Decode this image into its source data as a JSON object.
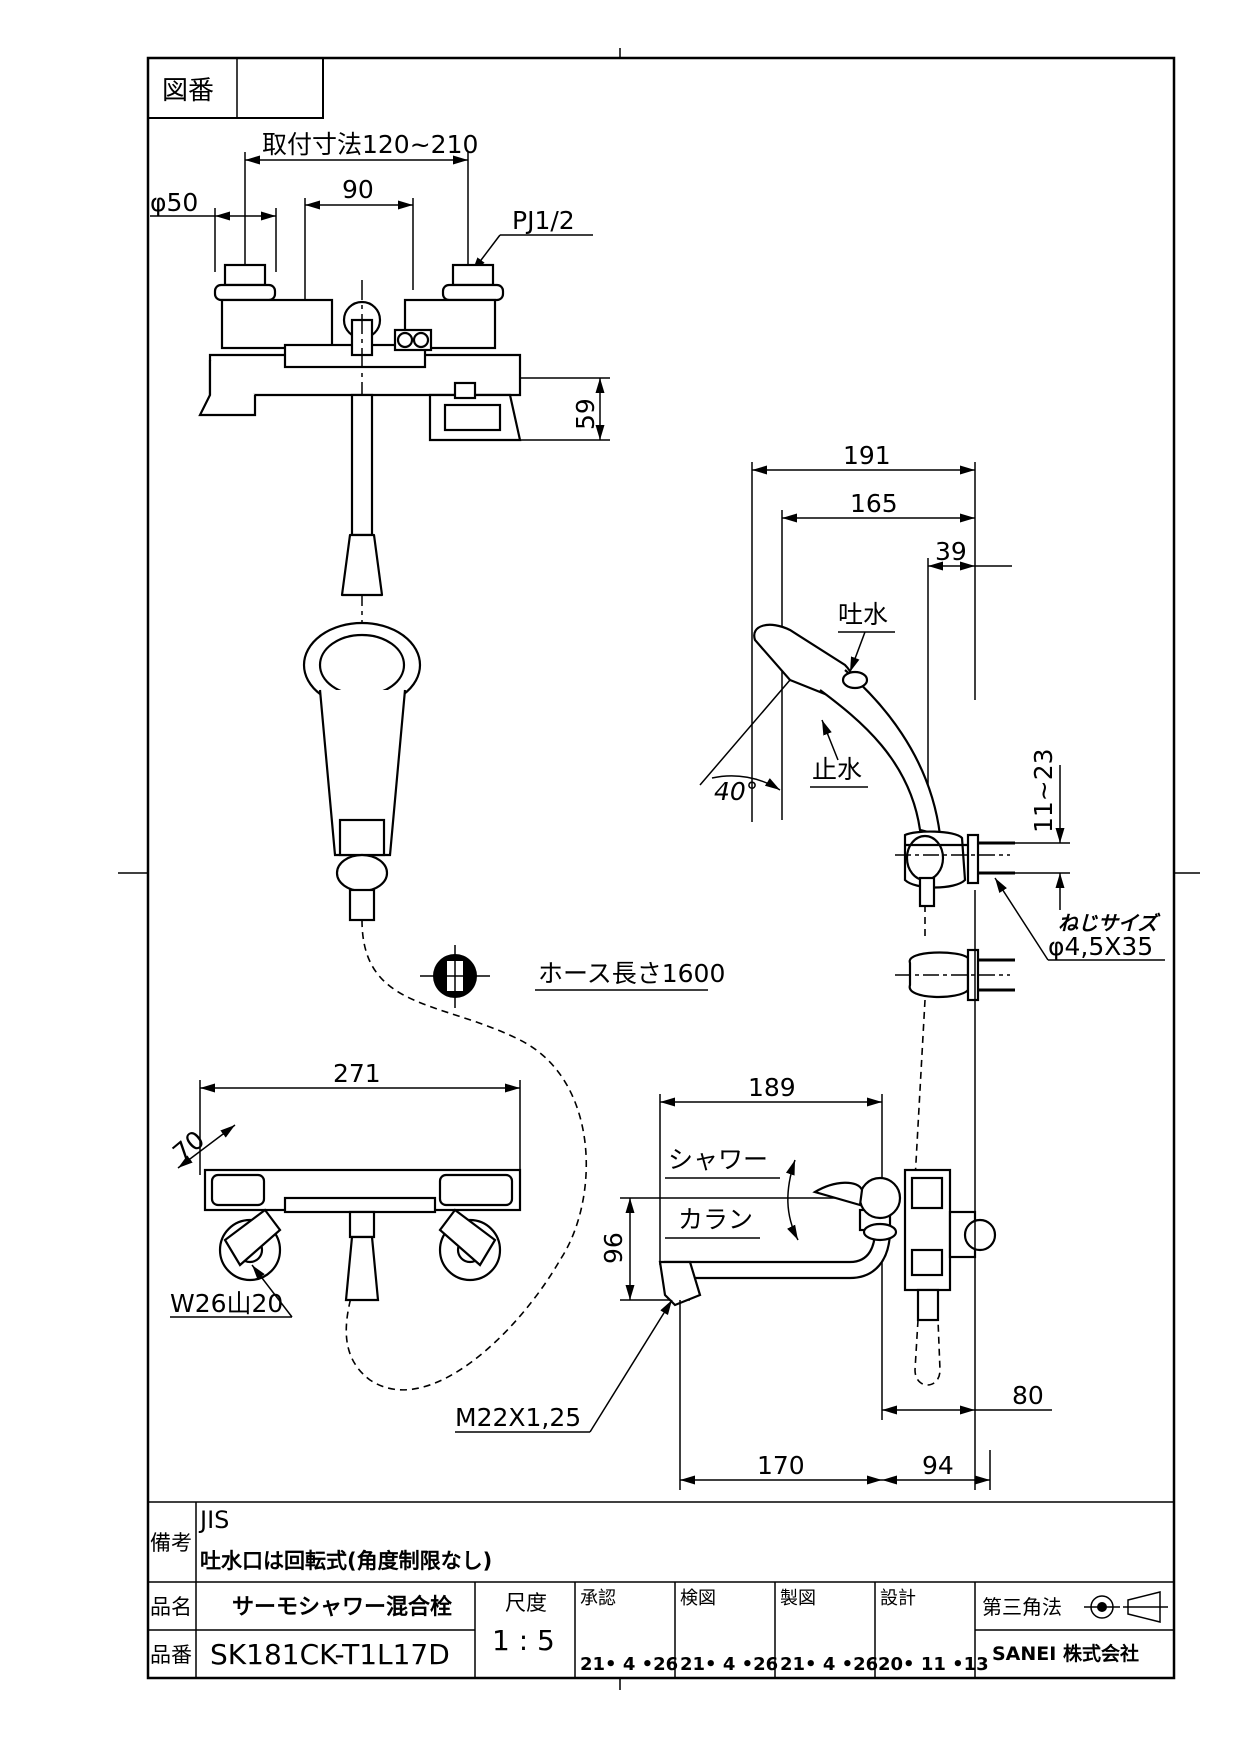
{
  "title_block": {
    "drawing_no_label": "図番",
    "drawing_no_value": "",
    "remarks_label": "備考",
    "remarks_line1": "JIS",
    "remarks_line2": "吐水口は回転式(角度制限なし)",
    "product_name_label": "品名",
    "product_name": "サーモシャワー混合栓",
    "product_no_label": "品番",
    "product_no": "SK181CK-T1L17D",
    "scale_label": "尺度",
    "scale": "1 : 5",
    "approval_label": "承認",
    "approval_date": "21• 4 •26",
    "check_label": "検図",
    "check_date": "21• 4 •26",
    "drawn_label": "製図",
    "drawn_date": "21• 4 •26",
    "design_label": "設計",
    "design_date": "20• 11 •13",
    "projection": "第三角法",
    "company": "SANEI 株式会社"
  },
  "dimensions": {
    "mount_range": "取付寸法120~210",
    "d50": "φ50",
    "d90": "90",
    "pj": "PJ1/2",
    "d59": "59",
    "d191": "191",
    "d165": "165",
    "d39": "39",
    "spout_water": "吐水",
    "stop_water": "止水",
    "angle40": "40°",
    "d11_23": "11~23",
    "screw_size_label": "ねじサイズ",
    "screw_size": "φ4,5X35",
    "hose_length": "ホース長さ1600",
    "d271": "271",
    "d70": "70",
    "w26": "W26山20",
    "d189": "189",
    "shower_label": "シャワー",
    "faucet_label": "カラン",
    "d96": "96",
    "m22": "M22X1,25",
    "d80": "80",
    "d170": "170",
    "d94": "94"
  }
}
